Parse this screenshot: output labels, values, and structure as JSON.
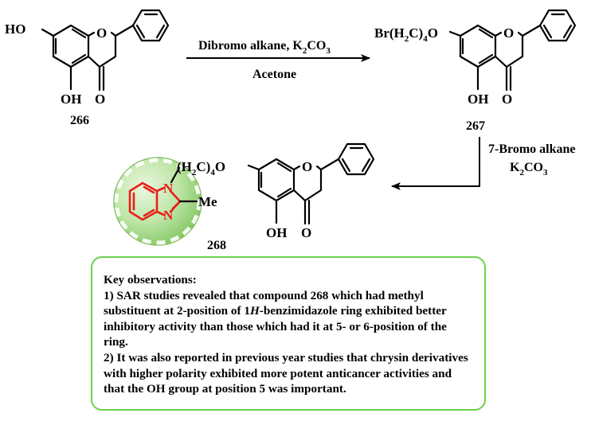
{
  "compounds": {
    "c266": {
      "id": "266",
      "groups": {
        "ho7": "HO",
        "o1": "O",
        "oh5": "OH",
        "o4": "O"
      }
    },
    "c267": {
      "id": "267",
      "groups": {
        "chain_pre": "Br(H",
        "chain_2": "2",
        "chain_mid": "C)",
        "chain_4": "4",
        "chain_post": "O",
        "o1": "O",
        "oh5": "OH",
        "o4": "O"
      }
    },
    "c268": {
      "id": "268",
      "groups": {
        "chain_pre": "(H",
        "chain_2": "2",
        "chain_mid": "C)",
        "chain_4": "4",
        "chain_post": "O",
        "o1": "O",
        "oh5": "OH",
        "o4": "O",
        "n1": "N",
        "n3": "N",
        "me": "Me"
      }
    }
  },
  "step1": {
    "reagent_pre": "Dibromo alkane, K",
    "reagent_sub": "2",
    "reagent_mid": "CO",
    "reagent_sub2": "3",
    "solvent": "Acetone"
  },
  "step2": {
    "reagent": "7-Bromo alkane",
    "base_pre": "K",
    "base_sub": "2",
    "base_mid": "CO",
    "base_sub2": "3"
  },
  "observations": {
    "heading": "Key observations:",
    "point1_pre": "1) SAR studies revealed that compound 268 which had methyl substituent at 2-position of  1",
    "point1_italic": "H",
    "point1_post": "-benzimidazole ring exhibited better inhibitory activity than those which had it at 5- or 6-position of the ring.",
    "point2": "2) It was also reported in previous year studies that chrysin derivatives with higher polarity exhibited more potent anticancer activities and that the OH group at position 5 was important."
  },
  "colors": {
    "highlight_ring": "#e8201a",
    "highlight_circle": "#9fd486",
    "box_border": "#6ad24a"
  }
}
